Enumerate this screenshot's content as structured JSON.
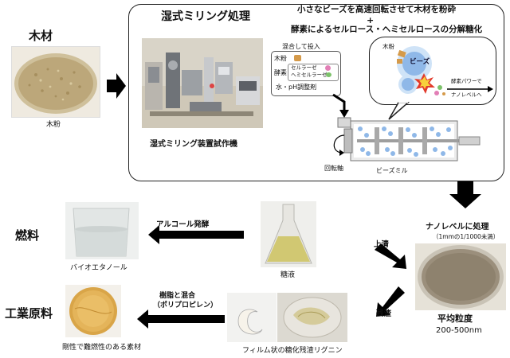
{
  "wood": {
    "title": "木材",
    "caption": "木粉"
  },
  "milling": {
    "title": "湿式ミリング処理",
    "desc_line1": "小さなビーズを高速回転させて木材を粉砕",
    "plus": "+",
    "desc_line2": "酵素によるセルロース・ヘミセルロースの分解糖化",
    "machine_caption": "湿式ミリング装置試作機",
    "input_title": "混合して投入",
    "input_wood": "木粉",
    "input_enzyme_label": "酵素",
    "input_enzyme_1": "セルラーゼ",
    "input_enzyme_2": "ヘミセルラーゼ",
    "input_ph": "水・pH調整剤",
    "bubble_wood": "木粉",
    "bubble_beads": "ビーズ",
    "bubble_enzyme_1": "酵素パワーで",
    "bubble_enzyme_2": "ナノレベルへ",
    "rotation_axis": "回転軸",
    "bead_mill": "ビーズミル"
  },
  "nano": {
    "title": "ナノレベルに処理",
    "subtitle": "（1mmの1/1000未満）",
    "size_label": "平均粒度",
    "size_value": "200-500nm"
  },
  "routes": {
    "supernatant": "上清",
    "residue": "残渣"
  },
  "sugar": {
    "caption": "糖液"
  },
  "ethanol": {
    "process": "アルコール発酵",
    "caption": "バイオエタノール"
  },
  "fuel": {
    "title": "燃料"
  },
  "lignin": {
    "process_1": "樹脂と混合",
    "process_2": "（ポリプロピレン）",
    "caption": "フィルム状の糖化残渣リグニン"
  },
  "industrial": {
    "title": "工業原料",
    "caption": "剛性で難燃性のある素材"
  },
  "colors": {
    "arrow": "#000000",
    "panel_border": "#222222",
    "bead": "#8fb8e8",
    "enzyme_green": "#7cc26a",
    "enzyme_pink": "#e27fb6",
    "wood_chip": "#d59a4a"
  }
}
